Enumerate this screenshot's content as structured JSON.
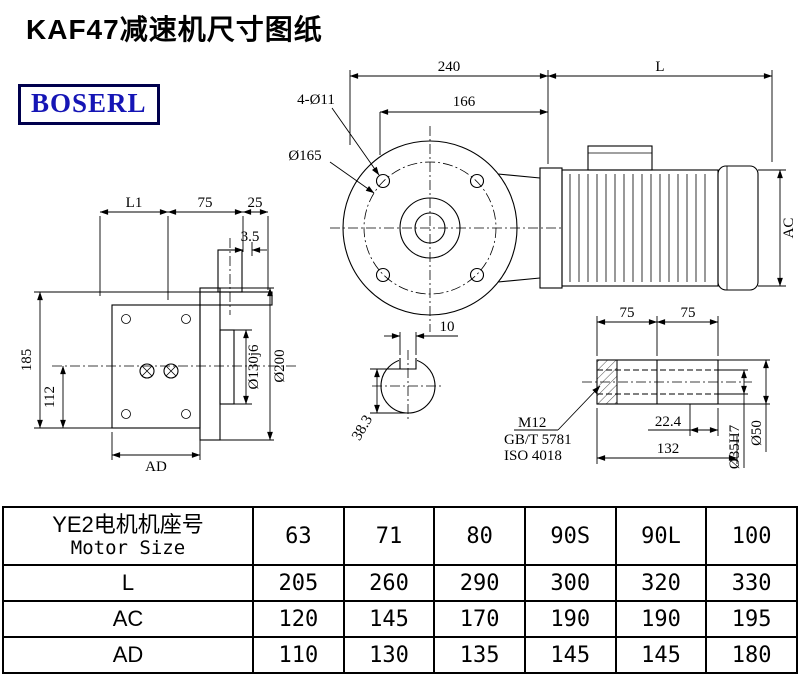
{
  "page": {
    "title": "KAF47减速机尺寸图纸",
    "logo_text": "BOSERL"
  },
  "front_view": {
    "dim_240": "240",
    "dim_L": "L",
    "dim_166": "166",
    "holes_label": "4-Ø11",
    "bolt_circle_label": "Ø165",
    "dim_AC": "AC"
  },
  "side_view": {
    "dim_L1": "L1",
    "dim_75": "75",
    "dim_25": "25",
    "dim_3_5": "3.5",
    "dim_185": "185",
    "dim_112": "112",
    "dim_AD": "AD",
    "dim_d130": "Ø130j6",
    "dim_d200": "Ø200"
  },
  "shaft_end_view": {
    "dim_10": "10",
    "dim_38_3": "38.3"
  },
  "shaft_detail_view": {
    "dim_75_left": "75",
    "dim_75_right": "75",
    "thread_label": "M12",
    "std_gb": "GB/T 5781",
    "std_iso": "ISO 4018",
    "dim_22_4": "22.4",
    "dim_132": "132",
    "dim_d35": "Ø35H7",
    "dim_d50": "Ø50"
  },
  "table": {
    "header": {
      "label_cn": "YE2电机机座号",
      "label_en": "Motor Size",
      "sizes": [
        "63",
        "71",
        "80",
        "90S",
        "90L",
        "100"
      ]
    },
    "rows": [
      {
        "label": "L",
        "values": [
          "205",
          "260",
          "290",
          "300",
          "320",
          "330"
        ]
      },
      {
        "label": "AC",
        "values": [
          "120",
          "145",
          "170",
          "190",
          "190",
          "195"
        ]
      },
      {
        "label": "AD",
        "values": [
          "110",
          "130",
          "135",
          "145",
          "145",
          "180"
        ]
      }
    ]
  }
}
